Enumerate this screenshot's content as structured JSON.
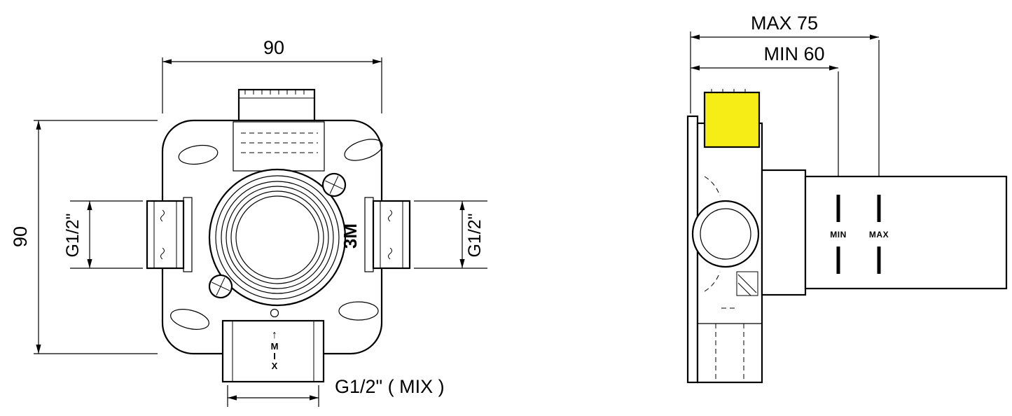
{
  "front_view": {
    "dim_top": "90",
    "dim_left": "90",
    "port_left": "G1/2\"",
    "port_right": "G1/2\"",
    "marking": "3M",
    "mix_arrow": "↑",
    "mix_letters": [
      "M",
      "I",
      "X"
    ],
    "dim_bottom": "G1/2\" ( MIX )"
  },
  "side_view": {
    "dim_max": "MAX  75",
    "dim_min": "MIN  60",
    "marker_min": "MIN",
    "marker_max": "MAX"
  },
  "colors": {
    "highlight": "#F6EC16",
    "line": "#000000"
  }
}
